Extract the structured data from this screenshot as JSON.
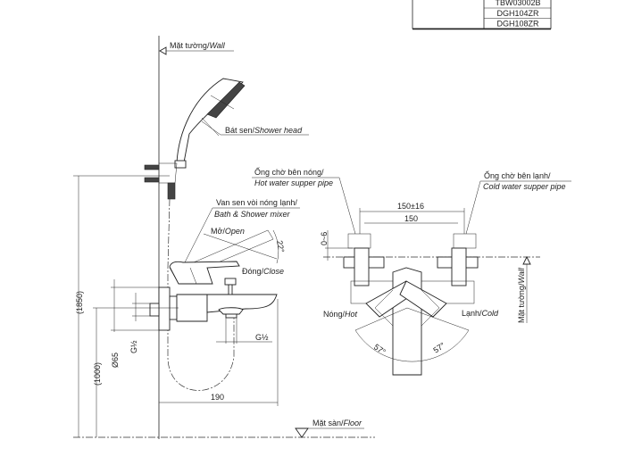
{
  "model_table": {
    "rows": [
      "TBW03002B",
      "DGH104ZR",
      "DGH108ZR"
    ]
  },
  "labels": {
    "wall_top": {
      "vi": "Mặt tường/",
      "en": "Wall"
    },
    "shower_head": {
      "vi": "Bát sen/",
      "en": "Shower head"
    },
    "hot_pipe": {
      "vi": "Ống chờ bên nóng/",
      "en": "Hot water supper pipe"
    },
    "cold_pipe": {
      "vi": "Ống chờ bên lạnh/",
      "en": "Cold water supper pipe"
    },
    "mixer": {
      "vi": "Van sen vòi nóng lạnh/",
      "en": "Bath & Shower mixer"
    },
    "open": {
      "vi": "Mở/",
      "en": "Open"
    },
    "close": {
      "vi": "Đóng/",
      "en": "Close"
    },
    "hot": {
      "vi": "Nóng/",
      "en": "Hot"
    },
    "cold": {
      "vi": "Lạnh/",
      "en": "Cold"
    },
    "floor": {
      "vi": "Mặt sàn/",
      "en": "Floor"
    },
    "wall_right": {
      "vi": "Mặt tường/",
      "en": "Wall"
    }
  },
  "dimensions": {
    "height_total": "(1850)",
    "height_mixer": "(1000)",
    "plate_diameter": "Ø65",
    "inlet_thread": "G½",
    "outlet_thread": "G½",
    "projection": "190",
    "lever_angle": "22°",
    "center_distance_range": "150±16",
    "center_distance": "150",
    "depth_adjust": "0~6",
    "rotation_hot": "57°",
    "rotation_cold": "57°"
  }
}
